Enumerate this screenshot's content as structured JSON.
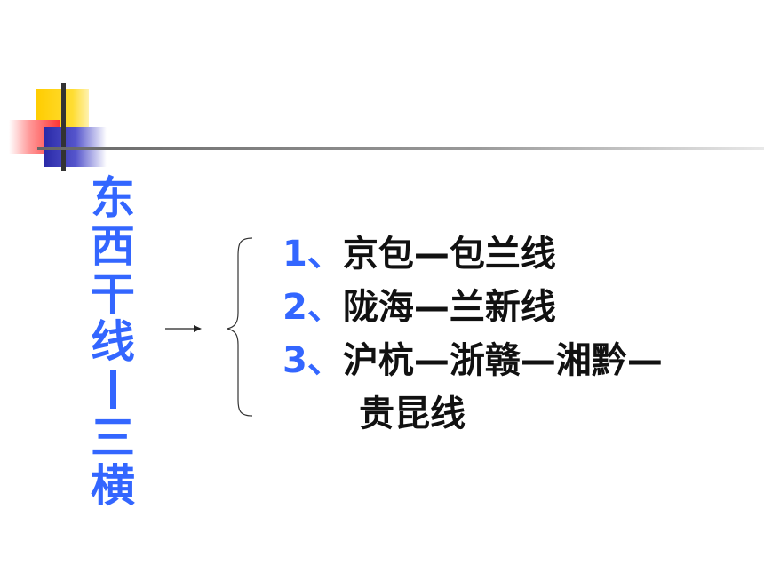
{
  "title_chars": [
    "东",
    "西",
    "干",
    "线",
    "三",
    "横"
  ],
  "items": [
    {
      "num": "1、",
      "text": "京包—包兰线"
    },
    {
      "num": "2、",
      "text": "陇海—兰新线"
    },
    {
      "num": "3、",
      "text": "沪杭—浙赣—湘黔—"
    }
  ],
  "item3_continuation": "贵昆线",
  "colors": {
    "title": "#3366ff",
    "number": "#3366ff",
    "text": "#111111",
    "logo_yellow": "#ffcc00",
    "logo_red": "#ff3333",
    "logo_blue": "#3333cc",
    "rule_gray": "#7f7f7f"
  }
}
